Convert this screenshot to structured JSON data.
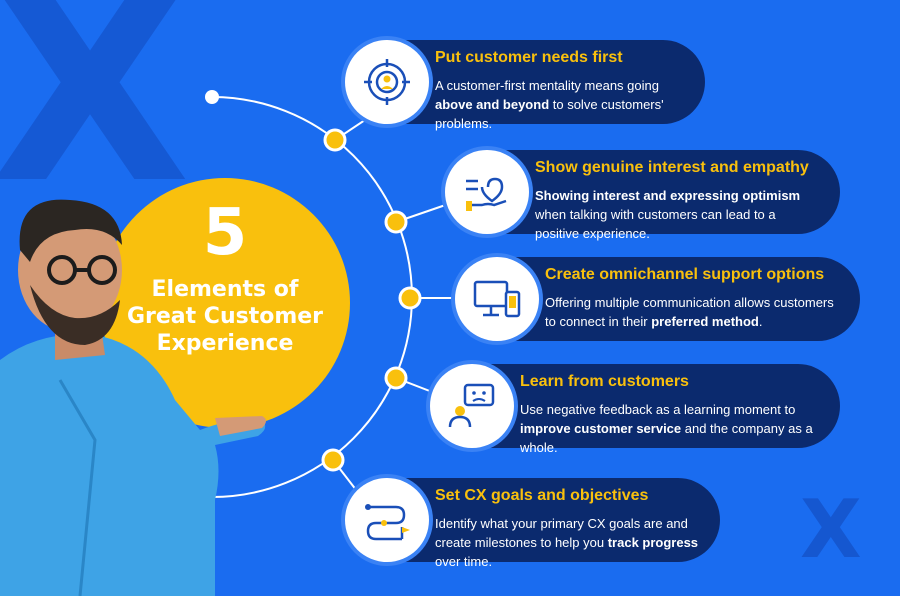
{
  "center": {
    "number": "5",
    "title_lines": [
      "Elements of",
      "Great Customer",
      "Experience"
    ]
  },
  "colors": {
    "background": "#1a6cf0",
    "accent_yellow": "#f9c00d",
    "card_navy": "#0b2a6e"
  },
  "elements": [
    {
      "title": "Put customer needs first",
      "desc_parts": [
        {
          "text": "A customer-first mentality means going ",
          "bold": false
        },
        {
          "text": "above and beyond",
          "bold": true
        },
        {
          "text": " to solve customers' problems.",
          "bold": false
        }
      ],
      "icon": "target-person-icon"
    },
    {
      "title": "Show genuine interest and empathy",
      "desc_parts": [
        {
          "text": "Showing interest and expressing optimism",
          "bold": true
        },
        {
          "text": " when talking with customers can lead to a positive experience.",
          "bold": false
        }
      ],
      "icon": "heart-hand-icon"
    },
    {
      "title": "Create omnichannel support options",
      "desc_parts": [
        {
          "text": "Offering multiple communication allows customers to connect in their ",
          "bold": false
        },
        {
          "text": "preferred method",
          "bold": true
        },
        {
          "text": ".",
          "bold": false
        }
      ],
      "icon": "monitor-phone-icon"
    },
    {
      "title": "Learn from customers",
      "desc_parts": [
        {
          "text": "Use negative feedback as a learning moment to ",
          "bold": false
        },
        {
          "text": "improve customer service",
          "bold": true
        },
        {
          "text": " and the company as a whole.",
          "bold": false
        }
      ],
      "icon": "feedback-person-icon"
    },
    {
      "title": "Set CX goals and objectives",
      "desc_parts": [
        {
          "text": "Identify what your primary CX goals are and create milestones to help you ",
          "bold": false
        },
        {
          "text": "track progress",
          "bold": true
        },
        {
          "text": " over time.",
          "bold": false
        }
      ],
      "icon": "roadmap-flag-icon"
    }
  ]
}
